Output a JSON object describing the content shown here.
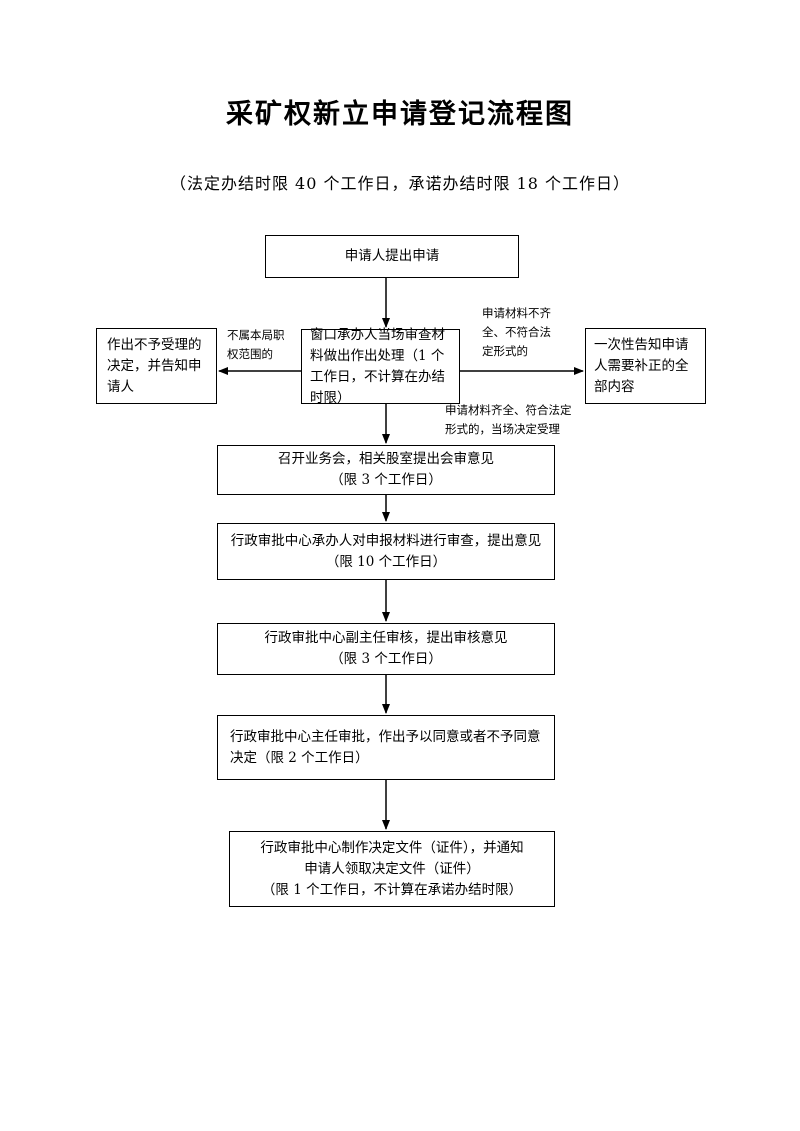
{
  "title": "采矿权新立申请登记流程图",
  "subtitle": "（法定办结时限 40 个工作日，承诺办结时限 18 个工作日）",
  "steps": {
    "apply": "申请人提出申请",
    "window": "窗口承办人当场审查材料做出作出处理（1 个工作日，不计算在办结时限）",
    "reject": "作出不予受理的决定，并告知申请人",
    "notify": "一次性告知申请人需要补正的全部内容",
    "meeting_line1": "召开业务会，相关股室提出会审意见",
    "meeting_line2": "（限 3 个工作日）",
    "review_line1": "行政审批中心承办人对申报材料进行审查，提出意见",
    "review_line2": "（限 10 个工作日）",
    "vice_line1": "行政审批中心副主任审核，提出审核意见",
    "vice_line2": "（限 3 个工作日）",
    "director": "行政审批中心主任审批，作出予以同意或者不予同意决定（限 2 个工作日）",
    "issue_line1": "行政审批中心制作决定文件（证件），并通知",
    "issue_line2": "申请人领取决定文件（证件）",
    "issue_line3": "（限 1 个工作日，不计算在承诺办结时限）"
  },
  "notes": {
    "out_of_scope": "不属本局职\n权范围的",
    "incomplete": "申请材料不齐\n全、不符合法\n定形式的",
    "complete": "申请材料齐全、符合法定\n形式的，当场决定受理"
  }
}
